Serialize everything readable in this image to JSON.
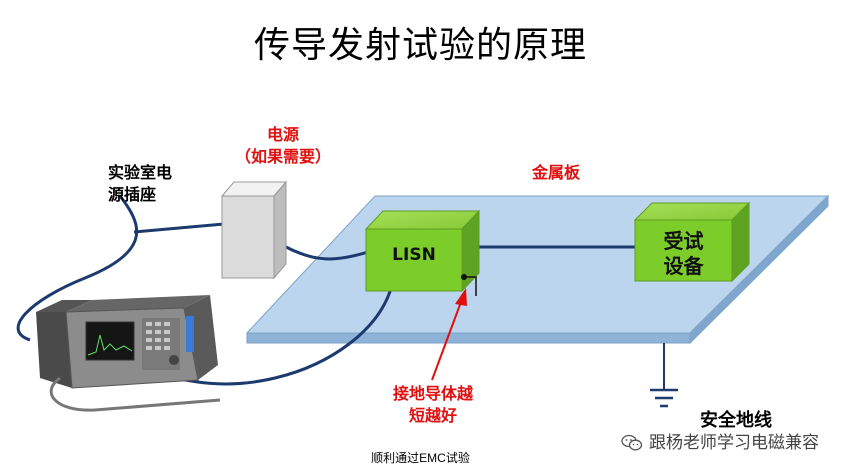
{
  "title": "传导发射试验的原理",
  "labels": {
    "power_supply": "电源",
    "power_supply_note": "（如果需要）",
    "lab_outlet_line1": "实验室电",
    "lab_outlet_line2": "源插座",
    "metal_plate": "金属板",
    "lisn": "LISN",
    "eut_line1": "受试",
    "eut_line2": "设备",
    "ground_note_line1": "接地导体越",
    "ground_note_line2": "短越好",
    "safety_ground": "安全地线"
  },
  "caption": "顺利通过EMC试验",
  "watermark": "跟杨老师学习电磁兼容",
  "colors": {
    "plate": "#b7d3ee",
    "box_green": "#7ccc2a",
    "cable": "#1c3a6e",
    "red_text": "#e01010",
    "power_box": "#dcdcdc"
  }
}
